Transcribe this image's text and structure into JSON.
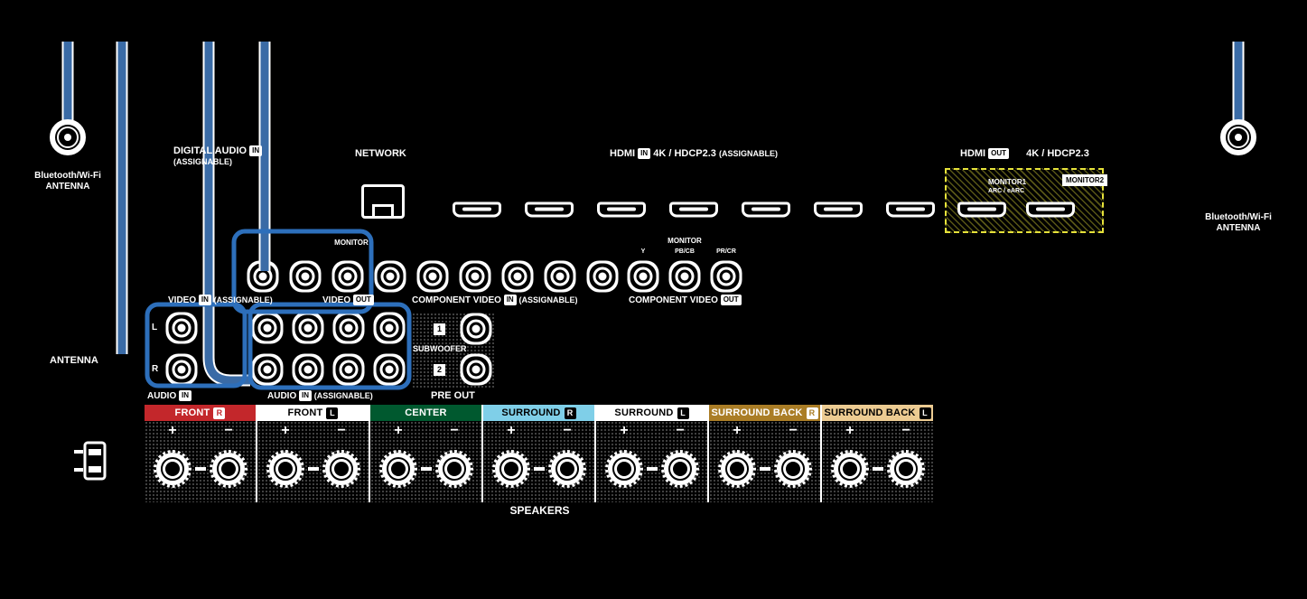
{
  "colors": {
    "background": "#000000",
    "cable_blue": "#3a6ba6",
    "highlight_blue": "#2d6fbb",
    "hatch_yellow": "#e6e23a"
  },
  "antenna_left": {
    "line1": "Bluetooth/Wi-Fi",
    "line2": "ANTENNA"
  },
  "antenna_right": {
    "line1": "Bluetooth/Wi-Fi",
    "line2": "ANTENNA"
  },
  "digital_audio": {
    "label": "DIGITAL AUDIO",
    "badge": "IN",
    "note": "(ASSIGNABLE)"
  },
  "network": {
    "label": "NETWORK"
  },
  "hdmi_in": {
    "label": "HDMI",
    "badge": "IN",
    "spec": "4K / HDCP2.3",
    "note": "(ASSIGNABLE)"
  },
  "hdmi_out": {
    "label": "HDMI",
    "badge": "OUT",
    "spec": "4K / HDCP2.3",
    "monitor1": "MONITOR1",
    "monitor1_sub": "ARC / eARC",
    "monitor2": "MONITOR2"
  },
  "video": {
    "monitor": "MONITOR",
    "in_label": "VIDEO",
    "in_badge": "IN",
    "in_note": "(ASSIGNABLE)",
    "out_label": "VIDEO",
    "out_badge": "OUT"
  },
  "component": {
    "monitor": "MONITOR",
    "in_label": "COMPONENT VIDEO",
    "in_badge": "IN",
    "in_note": "(ASSIGNABLE)",
    "out_label": "COMPONENT VIDEO",
    "out_badge": "OUT",
    "y": "Y",
    "pb": "PB/CB",
    "pr": "PR/CR"
  },
  "audio": {
    "left": "L",
    "right": "R",
    "in_label": "AUDIO",
    "in_badge": "IN",
    "assign_label": "AUDIO",
    "assign_badge": "IN",
    "assign_note": "(ASSIGNABLE)"
  },
  "fm_antenna": {
    "label": "ANTENNA"
  },
  "pre_out": {
    "label": "PRE OUT",
    "subwoofer": "SUBWOOFER",
    "jack1": "1",
    "jack2": "2"
  },
  "speakers": {
    "title": "SPEAKERS",
    "plus": "+",
    "minus": "−",
    "sections": [
      {
        "label": "FRONT",
        "channel": "R",
        "bg": "#c3272b",
        "fg": "#ffffff",
        "badge_bg": "#ffffff",
        "badge_fg": "#c3272b"
      },
      {
        "label": "FRONT",
        "channel": "L",
        "bg": "#ffffff",
        "fg": "#000000",
        "badge_bg": "#000000",
        "badge_fg": "#ffffff"
      },
      {
        "label": "CENTER",
        "channel": "",
        "bg": "#00592f",
        "fg": "#ffffff",
        "badge_bg": "",
        "badge_fg": ""
      },
      {
        "label": "SURROUND",
        "channel": "R",
        "bg": "#7fcfe8",
        "fg": "#000000",
        "badge_bg": "#000000",
        "badge_fg": "#ffffff"
      },
      {
        "label": "SURROUND",
        "channel": "L",
        "bg": "#ffffff",
        "fg": "#000000",
        "badge_bg": "#000000",
        "badge_fg": "#ffffff"
      },
      {
        "label": "SURROUND BACK",
        "channel": "R",
        "bg": "#aa7d26",
        "fg": "#ffffff",
        "badge_bg": "#ffffff",
        "badge_fg": "#aa7d26"
      },
      {
        "label": "SURROUND BACK",
        "channel": "L",
        "bg": "#eccb92",
        "fg": "#000000",
        "badge_bg": "#000000",
        "badge_fg": "#ffffff"
      }
    ]
  }
}
